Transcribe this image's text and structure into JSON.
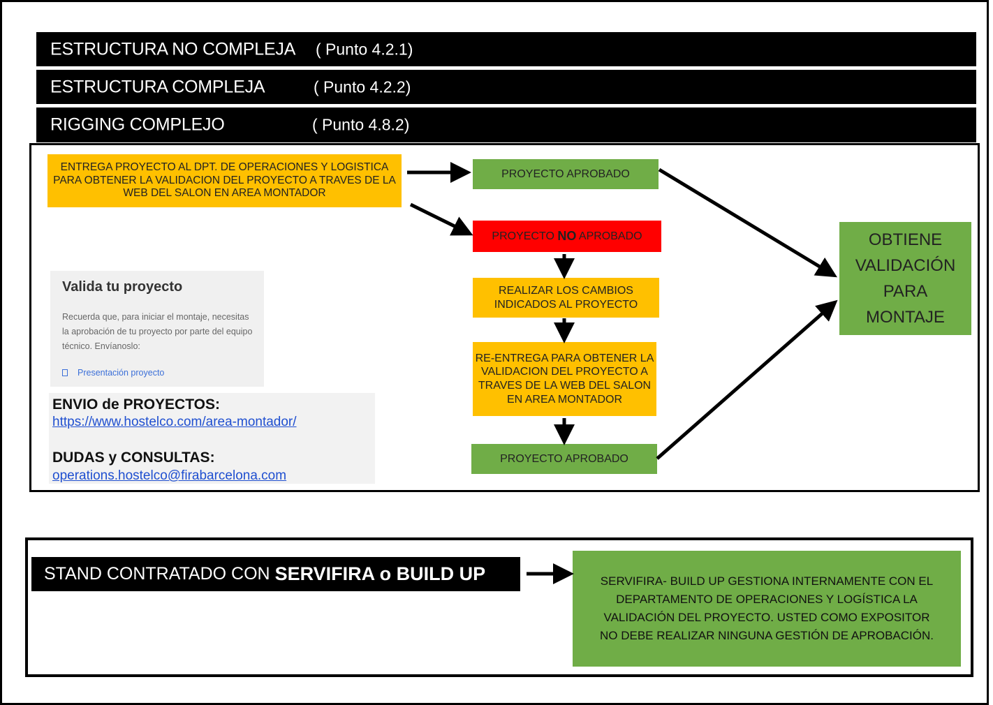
{
  "headers": [
    {
      "title": "ESTRUCTURA NO COMPLEJA",
      "ref": "( Punto 4.2.1)"
    },
    {
      "title": "ESTRUCTURA COMPLEJA",
      "ref": "( Punto 4.2.2)"
    },
    {
      "title": "RIGGING COMPLEJO",
      "ref": "( Punto 4.8.2)"
    }
  ],
  "flow": {
    "entrega": "ENTREGA PROYECTO AL DPT. DE OPERACIONES Y LOGISTICA PARA OBTENER LA VALIDACION DEL PROYECTO A TRAVES DE LA WEB DEL SALON EN AREA MONTADOR",
    "aprobado_1": "PROYECTO APROBADO",
    "no_aprobado_pre": "PROYECTO ",
    "no_aprobado_no": "NO",
    "no_aprobado_post": " APROBADO",
    "cambios": "REALIZAR  LOS CAMBIOS INDICADOS AL PROYECTO",
    "reentrega": "RE-ENTREGA PARA OBTENER LA VALIDACION DEL PROYECTO A TRAVES DE LA WEB DEL SALON EN AREA MONTADOR",
    "aprobado_2": "PROYECTO APROBADO",
    "validacion": "OBTIENE VALIDACIÓN PARA MONTAJE"
  },
  "card": {
    "title": "Valida tu proyecto",
    "text": "Recuerda que, para iniciar el montaje, necesitas la aprobación de tu proyecto por parte del equipo técnico. Envíanoslo:",
    "link": "Presentación proyecto"
  },
  "contact": {
    "envio_label": "ENVIO de PROYECTOS:",
    "envio_url": "https://www.hostelco.com/area-montador/",
    "dudas_label": "DUDAS y CONSULTAS:",
    "dudas_email": "operations.hostelco@firabarcelona.com"
  },
  "stand": {
    "label_pre": "STAND CONTRATADO CON",
    "label_bold": "SERVIFIRA o BUILD UP",
    "note": "SERVIFIRA- BUILD UP GESTIONA INTERNAMENTE CON EL DEPARTAMENTO DE OPERACIONES Y LOGÍSTICA LA VALIDACIÓN DEL PROYECTO. USTED COMO EXPOSITOR NO DEBE REALIZAR NINGUNA GESTIÓN DE APROBACIÓN."
  },
  "colors": {
    "orange": "#ffc000",
    "green": "#70ad47",
    "red": "#ff0000",
    "black": "#000000"
  }
}
